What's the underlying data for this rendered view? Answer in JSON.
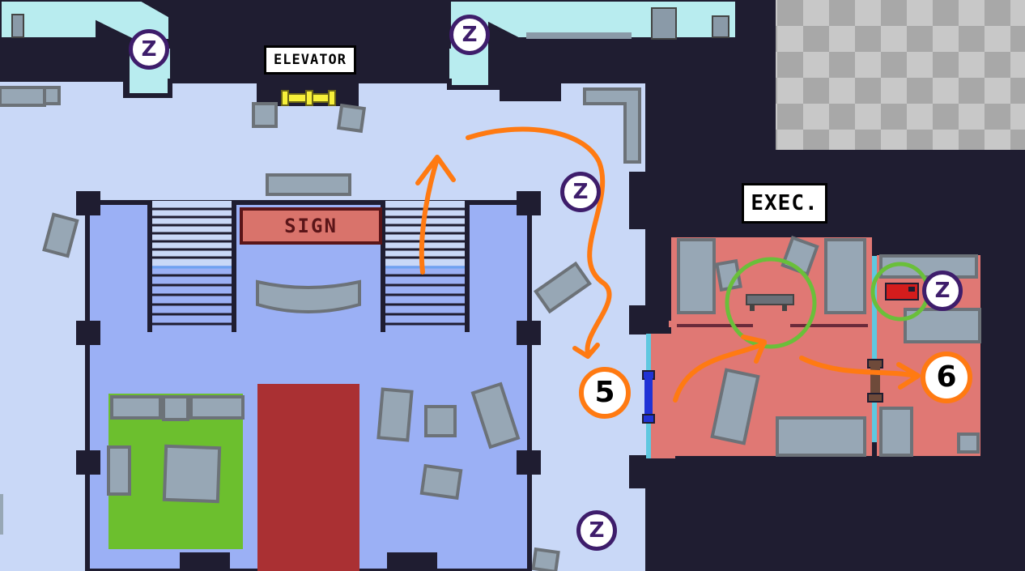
{
  "labels": {
    "elevator": "ELEVATOR",
    "exec": "EXEC.",
    "sign": "SIGN"
  },
  "markers": {
    "zone_symbol": "Z",
    "step_5": "5",
    "step_6": "6"
  },
  "colors": {
    "background_dark": "#1f1d31",
    "lobby_floor": "#c9d8f7",
    "hall_floor": "#9bb0f5",
    "exec_floor": "#e07874",
    "rug_red": "#aa3033",
    "rug_green": "#6cbf2e",
    "window_cyan": "#b8ecef",
    "annotation_orange": "#ff7a12",
    "highlight_green": "#6abf3a",
    "zone_purple": "#3e1d6b",
    "door_blue": "#2033d6",
    "elevator_yellow": "#f7f03a"
  },
  "icons": [
    "zone-marker-icon",
    "elevator-door-icon",
    "blue-door-icon",
    "brown-door-icon",
    "red-safe-icon",
    "bench-icon",
    "checkerboard-void"
  ]
}
